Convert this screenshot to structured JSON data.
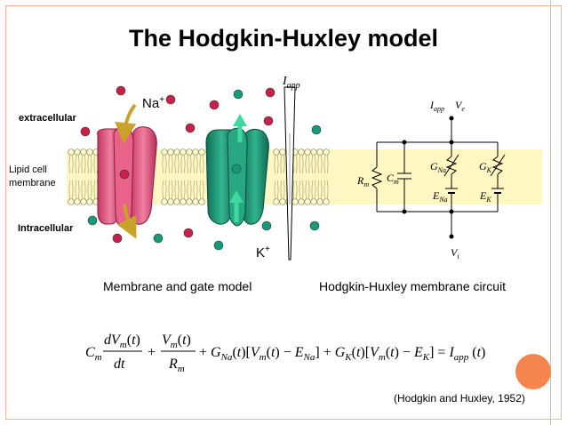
{
  "slide": {
    "title": "The Hodgkin-Huxley model",
    "citation": "(Hodgkin and Huxley, 1952)"
  },
  "membrane_model": {
    "label_extracellular": "extracellular",
    "label_lipid": "Lipid cell membrane",
    "label_lipid_line1": "Lipid cell",
    "label_lipid_line2": "membrane",
    "label_intracellular": "Intracellular",
    "ion_na": "Na",
    "ion_k": "K",
    "ion_charge": "+",
    "electrode": "I",
    "electrode_sub": "app",
    "caption": "Membrane and gate model"
  },
  "circuit": {
    "i_app": "I",
    "i_app_sub": "app",
    "v_e": "V",
    "v_e_sub": "e",
    "v_i": "V",
    "v_i_sub": "i",
    "r_m": "R",
    "r_m_sub": "m",
    "c_m": "C",
    "c_m_sub": "m",
    "g_na": "G",
    "g_na_sub": "Na",
    "g_k": "G",
    "g_k_sub": "K",
    "e_na": "E",
    "e_na_sub": "Na",
    "e_k": "E",
    "e_k_sub": "K",
    "caption": "Hodgkin-Huxley membrane circuit"
  },
  "equation": {
    "text": "C_m dV_m(t)/dt + V_m(t)/R_m + G_Na(t)[V_m(t) − E_Na] + G_K(t)[V_m(t) − E_K] = I_app(t)"
  },
  "colors": {
    "membrane_band": "#fff7c2",
    "na_channel": "#e0507a",
    "k_channel": "#1f9c78",
    "na_ion": "#c8204a",
    "k_ion": "#169a7a",
    "na_arrow": "#c9a22a",
    "k_arrow": "#3fd9a0",
    "accent": "#f4854e",
    "frame": "#f2b49a"
  }
}
